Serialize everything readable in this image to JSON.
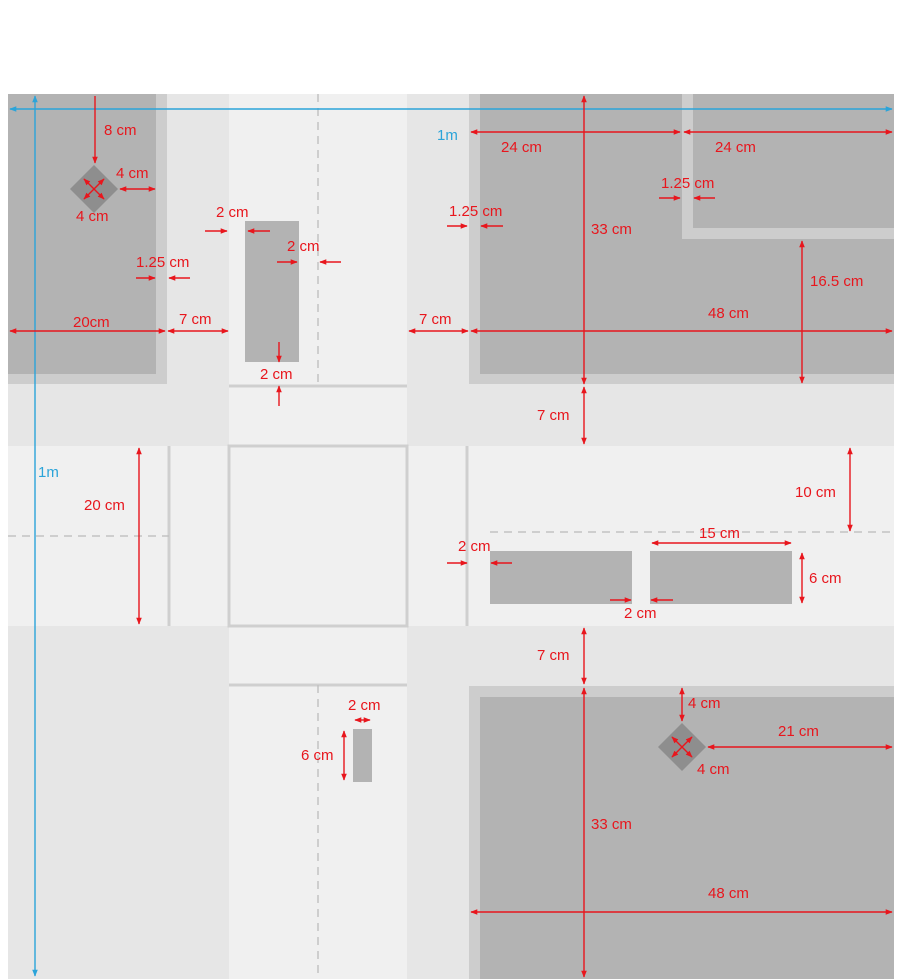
{
  "colors": {
    "background": "#ffffff",
    "lane": "#f0f0f0",
    "road_surface": "#e6e6e6",
    "block_border": "#cdcdcd",
    "block": "#b3b3b3",
    "marker": "#8e8e8e",
    "dimension_red": "#e8161d",
    "dimension_blue": "#2ba4d9"
  },
  "labels": {
    "one_m_top": "1m",
    "one_m_left": "1m",
    "tl_8": "8 cm",
    "tl_4a": "4 cm",
    "tl_4b": "4 cm",
    "tl_125": "1.25 cm",
    "tl_20": "20cm",
    "tl_7": "7 cm",
    "sb_2a": "2 cm",
    "sb_2b": "2 cm",
    "sb_2c": "2 cm",
    "tr_24a": "24 cm",
    "tr_24b": "24 cm",
    "tr_125a": "1.25 cm",
    "tr_125b": "1.25 cm",
    "tr_33": "33 cm",
    "tr_165": "16.5 cm",
    "tr_7": "7 cm",
    "tr_48": "48 cm",
    "mid_7": "7 cm",
    "left_20": "20 cm",
    "right_10": "10 cm",
    "hb_2a": "2 cm",
    "hb_15": "15 cm",
    "hb_6": "6 cm",
    "hb_2b": "2 cm",
    "br_7": "7 cm",
    "br_4a": "4 cm",
    "br_21": "21 cm",
    "br_4b": "4 cm",
    "br_33": "33 cm",
    "br_48": "48 cm",
    "sm_2": "2 cm",
    "sm_6": "6 cm"
  }
}
